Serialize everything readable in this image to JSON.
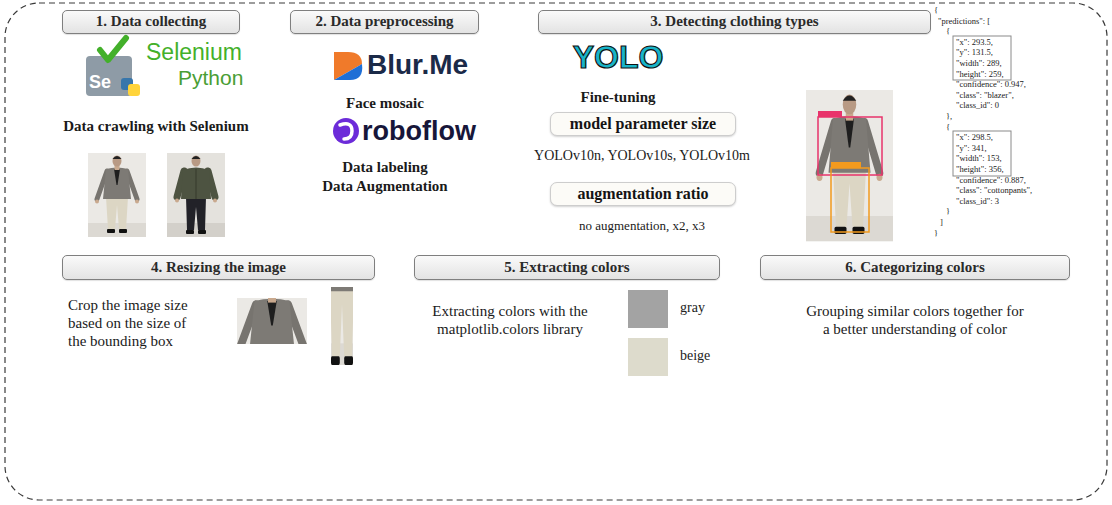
{
  "diagram": {
    "nodes": [
      {
        "text": [
          "1. Data collecting"
        ]
      },
      {
        "text": [
          "2. Data preprocessing"
        ]
      },
      {
        "text": [
          "3. Detecting clothing types"
        ]
      },
      {
        "text": [
          "model parameter size"
        ]
      },
      {
        "text": [
          "augmentation ratio"
        ]
      },
      {
        "text": [
          "4. Resizing the image"
        ]
      },
      {
        "text": [
          "5. Extracting colors"
        ]
      },
      {
        "text": [
          "6. Categorizing colors"
        ]
      }
    ],
    "labels": [
      "Se",
      "Selenium",
      "Python",
      "Data crawling with Selenium",
      "Blur.Me",
      "Face mosaic",
      "roboflow",
      "Data labeling",
      "Data Augmentation",
      "YOLO",
      "Fine-tuning",
      "YOLOv10n, YOLOv10s, YOLOv10m",
      "no augmentation, x2, x3",
      "{",
      "\"predictions\": [",
      "{",
      "\"x\": 293.5,",
      "\"y\": 131.5,",
      "\"width\": 289,",
      "\"height\": 259,",
      "\"confidence\": 0.947,",
      "\"class\": \"blazer\",",
      "\"class_id\": 0",
      "},",
      "{",
      "\"x\": 298.5,",
      "\"y\": 341,",
      "\"width\": 153,",
      "\"height\": 356,",
      "\"confidence\": 0.887,",
      "\"class\": \"cottonpants\",",
      "\"class_id\": 3",
      "}",
      "]",
      "}",
      "Crop the image size based on the size of the bounding box",
      "Extracting colors with the matplotlib.colors library",
      "Grouping similar colors together for a better understanding of color"
    ],
    "legend": [
      {
        "text": "gray",
        "color": "#a3a3a3"
      },
      {
        "text": "beige",
        "color": "#dddbcc"
      }
    ]
  }
}
